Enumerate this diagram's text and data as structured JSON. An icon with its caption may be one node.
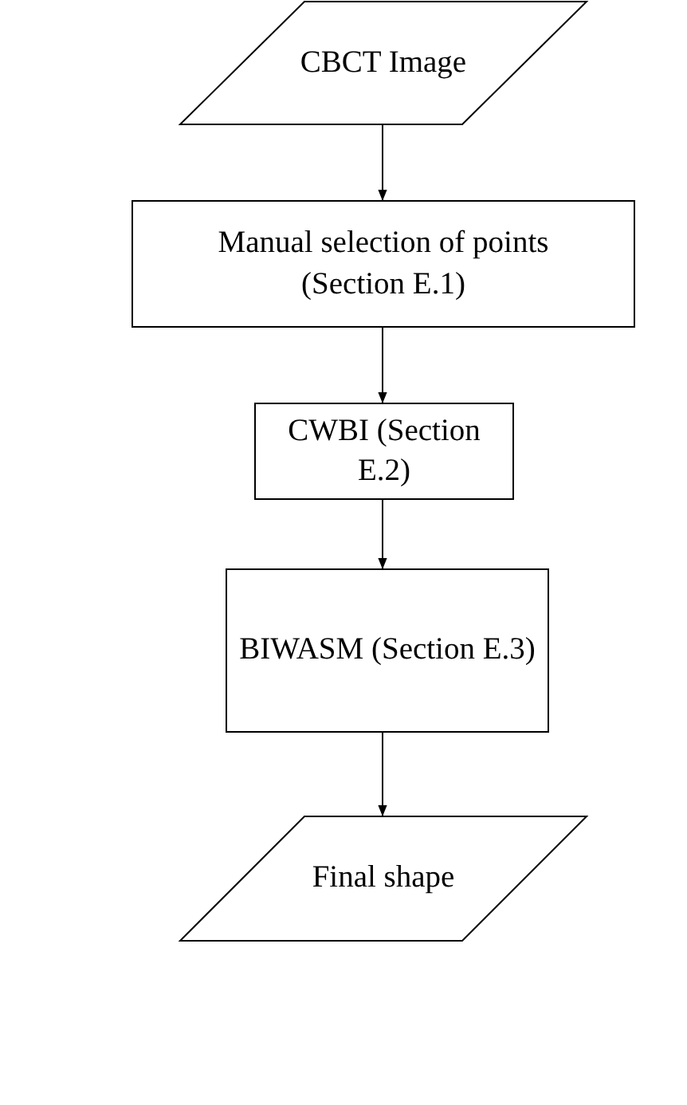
{
  "diagram": {
    "nodes": [
      {
        "text": [
          "CBCT Image"
        ]
      },
      {
        "text": [
          "Manual selection of points (Section E.1)"
        ]
      },
      {
        "text": [
          "CWBI (Section E.2)"
        ]
      },
      {
        "text": [
          "BIWASM (Section E.3)"
        ]
      },
      {
        "text": [
          "Final shape"
        ]
      }
    ],
    "edges": [
      {
        "from": 0,
        "to": 1,
        "arrow": "to"
      },
      {
        "from": 1,
        "to": 2,
        "arrow": "to"
      },
      {
        "from": 2,
        "to": 3,
        "arrow": "to"
      },
      {
        "from": 3,
        "to": 4,
        "arrow": "to"
      }
    ]
  }
}
